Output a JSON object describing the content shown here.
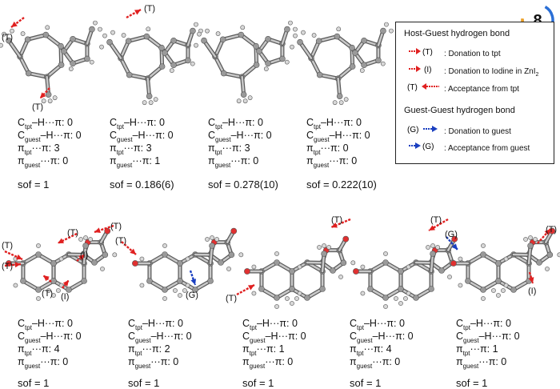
{
  "badge": {
    "number": "8"
  },
  "legend": {
    "host_title": "Host-Guest hydrogen bond",
    "host_items": [
      {
        "symbol": "(T)",
        "text": ": Donation to tpt",
        "color": "#e02020"
      },
      {
        "symbol": "(I)",
        "text": ": Donation to Iodine in ZnI",
        "sub": "2",
        "color": "#e02020"
      },
      {
        "symbol": "(T)",
        "text": ": Acceptance from tpt",
        "color": "#e02020"
      }
    ],
    "guest_title": "Guest-Guest hydrogen bond",
    "guest_items": [
      {
        "symbol": "(G)",
        "text": ": Donation to guest",
        "color": "#1a3fc0"
      },
      {
        "symbol": "(G)",
        "text": ": Acceptance from guest",
        "color": "#1a3fc0"
      }
    ]
  },
  "labels": {
    "T": "(T)",
    "I": "(I)",
    "G": "(G)"
  },
  "panels_top": [
    {
      "ch_tpt": "0",
      "ch_guest": "0",
      "pp_tpt": "3",
      "pp_guest": "0",
      "sof": "sof = 1"
    },
    {
      "ch_tpt": "0",
      "ch_guest": "0",
      "pp_tpt": "3",
      "pp_guest": "1",
      "sof": "sof = 0.186(6)"
    },
    {
      "ch_tpt": "0",
      "ch_guest": "0",
      "pp_tpt": "3",
      "pp_guest": "0",
      "sof": "sof = 0.278(10)"
    },
    {
      "ch_tpt": "0",
      "ch_guest": "0",
      "pp_tpt": "0",
      "pp_guest": "0",
      "sof": "sof = 0.222(10)"
    }
  ],
  "panels_bottom": [
    {
      "ch_tpt": "0",
      "ch_guest": "0",
      "pp_tpt": "4",
      "pp_guest": "0",
      "sof": "sof = 1"
    },
    {
      "ch_tpt": "0",
      "ch_guest": "0",
      "pp_tpt": "2",
      "pp_guest": "0",
      "sof": "sof = 1"
    },
    {
      "ch_tpt": "0",
      "ch_guest": "0",
      "pp_tpt": "1",
      "pp_guest": "0",
      "sof": "sof = 1"
    },
    {
      "ch_tpt": "0",
      "ch_guest": "0",
      "pp_tpt": "4",
      "pp_guest": "0",
      "sof": "sof = 1"
    },
    {
      "ch_tpt": "0",
      "ch_guest": "0",
      "pp_tpt": "1",
      "pp_guest": "0",
      "sof": "sof = 1"
    }
  ],
  "interaction_labels": {
    "ch_tpt_a": "C",
    "ch_tpt_sub": "tpt",
    "ch_tpt_b": "–H···π: ",
    "ch_guest_a": "C",
    "ch_guest_sub": "guest",
    "ch_guest_b": "–H···π: ",
    "pp_tpt_a": "π",
    "pp_tpt_sub": "tpt",
    "pp_tpt_b": "···π: ",
    "pp_guest_a": "π",
    "pp_guest_sub": "guest",
    "pp_guest_b": "···π: "
  },
  "colors": {
    "host_arrow": "#e02020",
    "guest_arrow": "#1a3fc0",
    "carbon": "#9a9a9a",
    "oxygen": "#e03030",
    "hydrogen": "#d8d8d8"
  }
}
